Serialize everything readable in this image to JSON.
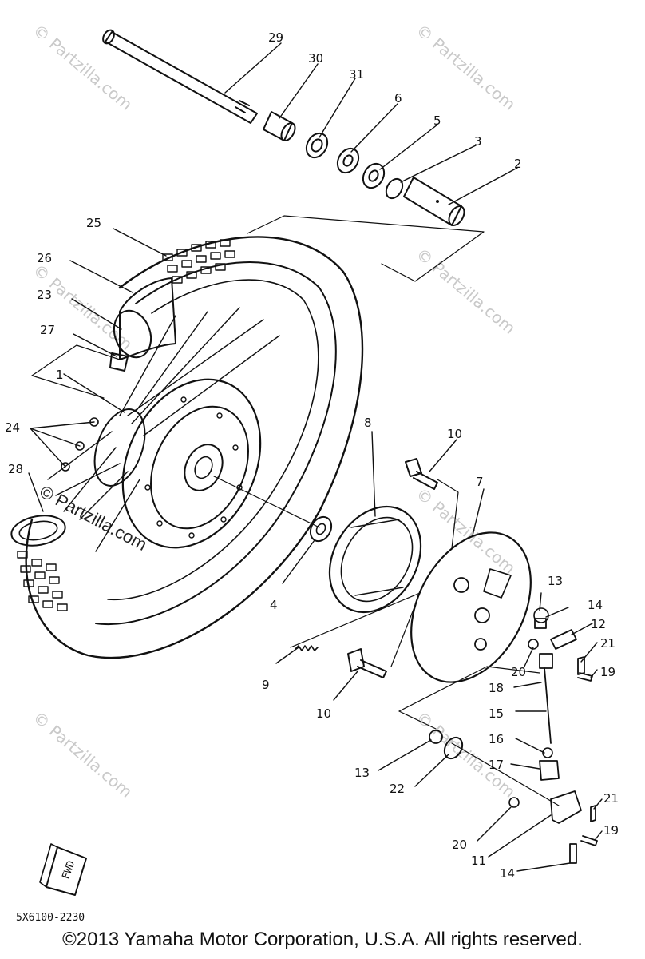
{
  "diagram": {
    "watermark": "© Partzilla.com",
    "reference_code": "5X6100-2230",
    "fwd_label": "FWD",
    "callouts": [
      "1",
      "2",
      "3",
      "4",
      "5",
      "6",
      "7",
      "8",
      "9",
      "10",
      "11",
      "12",
      "13",
      "14",
      "15",
      "16",
      "17",
      "18",
      "19",
      "20",
      "21",
      "22",
      "23",
      "24",
      "25",
      "26",
      "27",
      "28",
      "29",
      "30",
      "31"
    ]
  },
  "footer": {
    "copyright": "©2013 Yamaha Motor Corporation, U.S.A. All rights reserved."
  }
}
